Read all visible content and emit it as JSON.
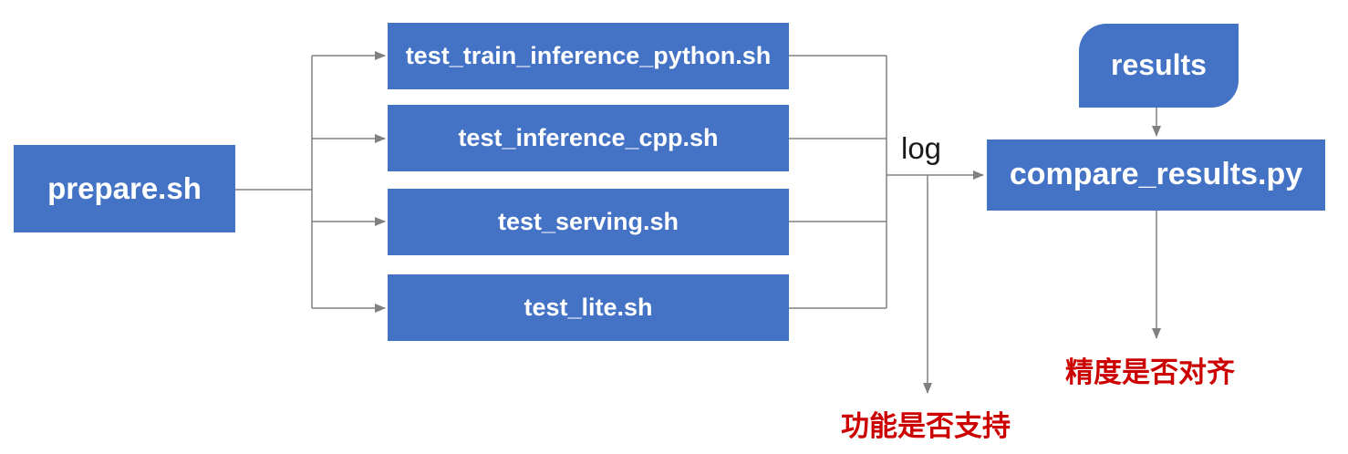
{
  "diagram": {
    "prepare": {
      "label": "prepare.sh"
    },
    "tests": [
      {
        "label": "test_train_inference_python.sh"
      },
      {
        "label": "test_inference_cpp.sh"
      },
      {
        "label": "test_serving.sh"
      },
      {
        "label": "test_lite.sh"
      }
    ],
    "results": {
      "label": "results"
    },
    "compare": {
      "label": "compare_results.py"
    },
    "log_label": "log",
    "outcomes": {
      "function_support": "功能是否支持",
      "precision_alignment": "精度是否对齐"
    },
    "colors": {
      "node_fill": "#4472C4",
      "node_text": "#FFFFFF",
      "connector": "#808080",
      "outcome_text": "#CC0000",
      "log_text": "#1A1A1A",
      "background": "#FFFFFF"
    }
  }
}
